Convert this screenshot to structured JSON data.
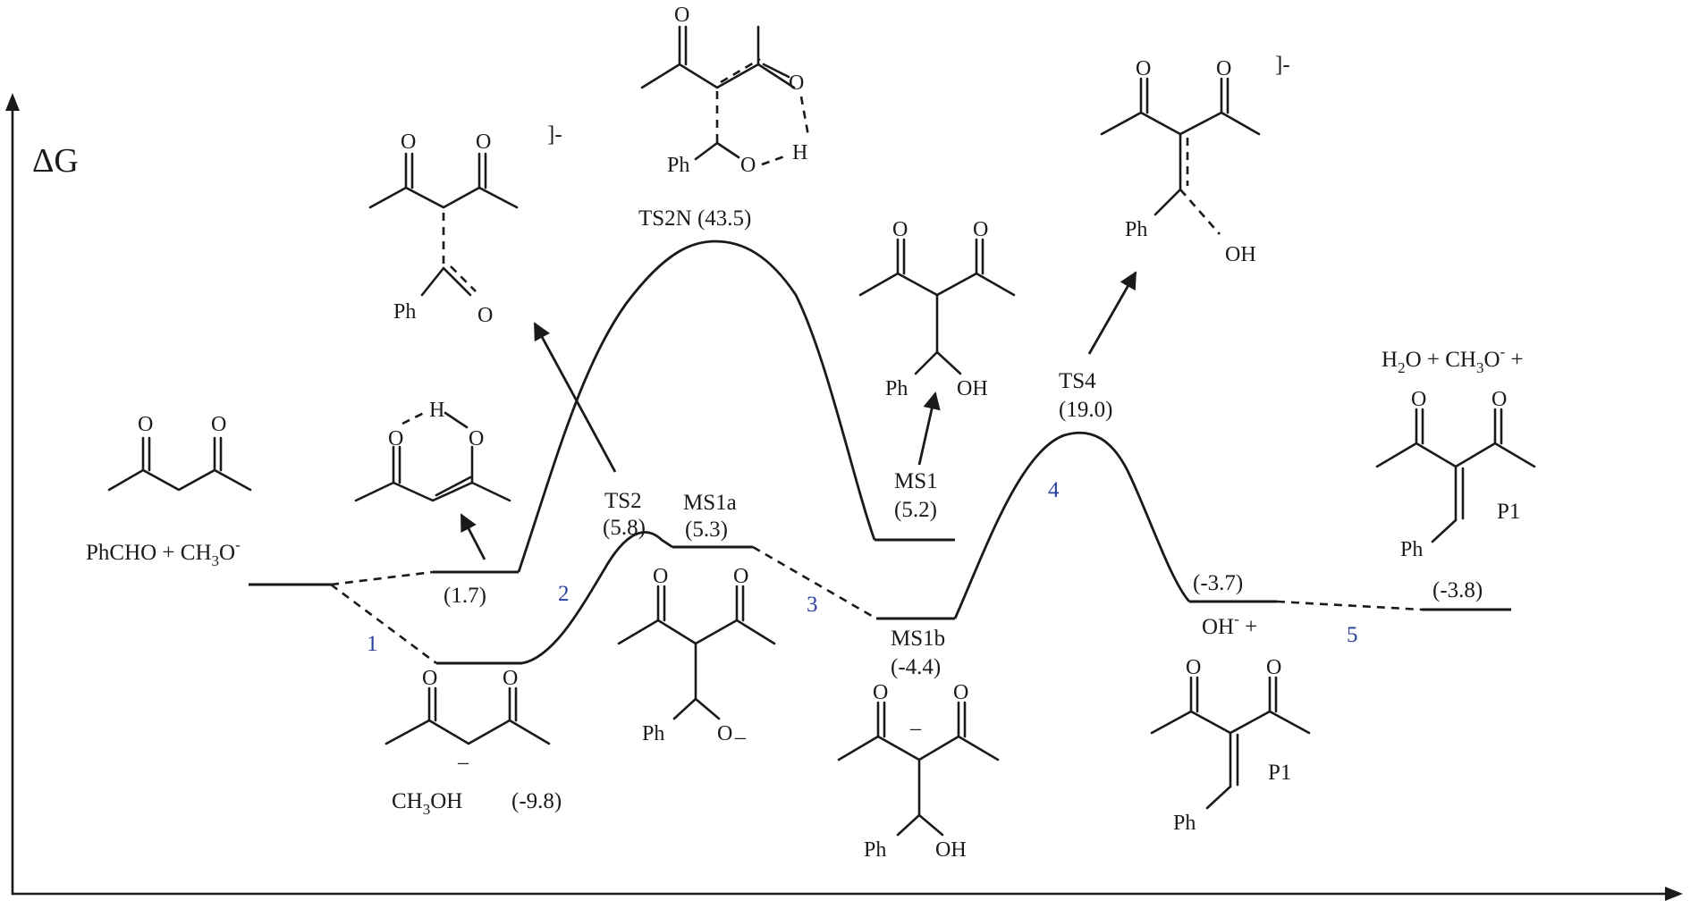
{
  "axis": {
    "y_label": "ΔG"
  },
  "states": {
    "reactants": {
      "label": "PhCHO  +  CH3O-",
      "main": "PhCHO  +  CH",
      "sub": "3",
      "tail": "O",
      "sup": "-"
    },
    "enol": {
      "value": "(1.7)"
    },
    "enolate": {
      "value": "(-9.8)",
      "co": "CH",
      "co_sub": "3",
      "co_tail": "OH"
    },
    "ts2": {
      "name": "TS2",
      "value": "(5.8)"
    },
    "ts2n": {
      "name": "TS2N",
      "value": "(43.5)"
    },
    "ms1a": {
      "name": "MS1a",
      "value": "(5.3)"
    },
    "ms1": {
      "name": "MS1",
      "value": "(5.2)"
    },
    "ms1b": {
      "name": "MS1b",
      "value": "(-4.4)"
    },
    "ts4": {
      "name": "TS4",
      "value": "(19.0)"
    },
    "int5": {
      "value": "(-3.7)",
      "co": "OH",
      "co_sup": "-",
      "co_tail": " +"
    },
    "p1": {
      "value": "(-3.8)",
      "co_a": "H",
      "co_a_sub": "2",
      "co_b": "O + CH",
      "co_b_sub": "3",
      "co_c": "O",
      "co_c_sup": "-",
      "co_d": " +"
    }
  },
  "steps": [
    "1",
    "2",
    "3",
    "4",
    "5"
  ],
  "structure_labels": {
    "carbonyl_O": "O",
    "hydroxyl": "OH",
    "hydrogen": "H",
    "phenyl": "Ph",
    "product": "P1",
    "charge": "]-",
    "anion_charge": "–"
  }
}
